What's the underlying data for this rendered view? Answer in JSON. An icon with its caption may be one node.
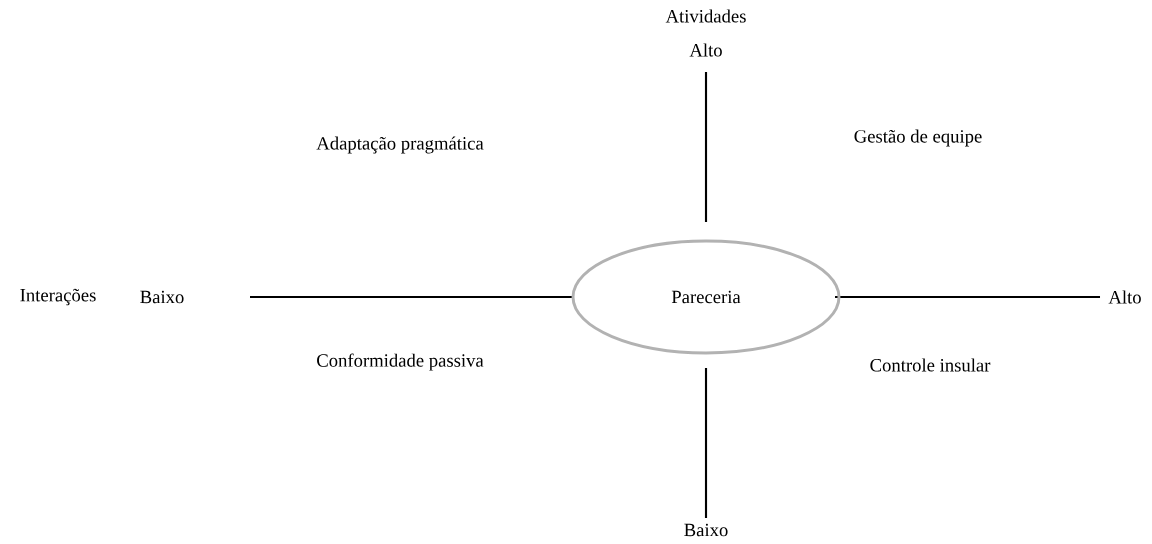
{
  "diagram": {
    "nodes": [
      {
        "text": [
          "Pareceria"
        ]
      }
    ],
    "labels": [
      "Atividades",
      "Alto",
      "Adaptação pragmática",
      "Gestão de equipe",
      "Interações",
      "Baixo",
      "Alto",
      "Conformidade passiva",
      "Controle insular",
      "Baixo"
    ]
  }
}
